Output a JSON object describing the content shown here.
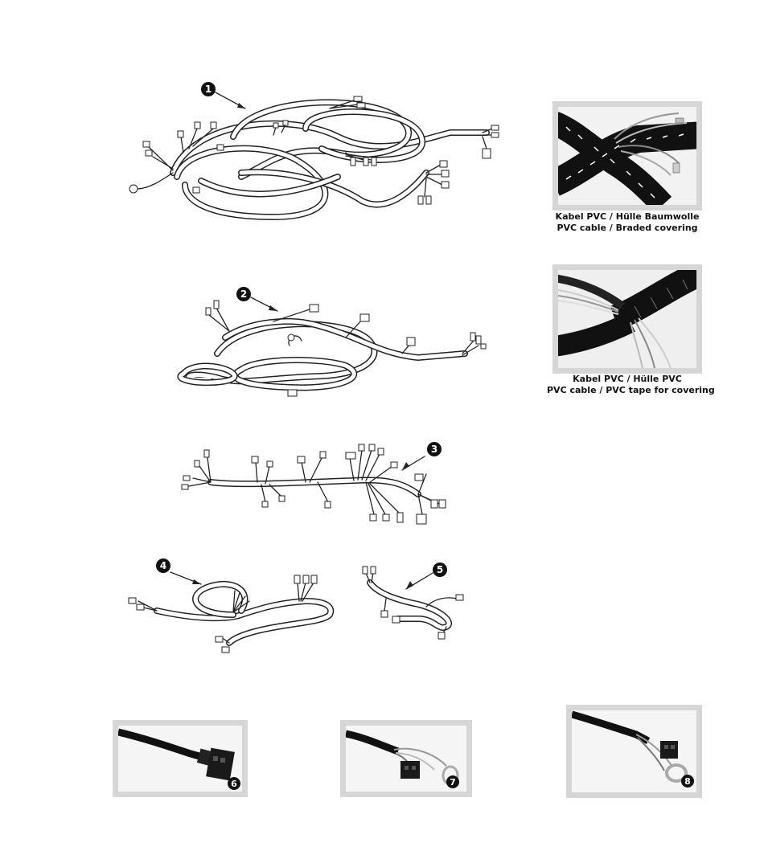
{
  "callouts": {
    "c1": "1",
    "c2": "2",
    "c3": "3",
    "c4": "4",
    "c5": "5",
    "c6": "6",
    "c7": "7",
    "c8": "8"
  },
  "captions": {
    "braided_de": "Kabel PVC / Hülle Baumwolle",
    "braided_en": "PVC cable / Braded covering",
    "tape_de": "Kabel PVC / Hülle PVC",
    "tape_en": "PVC cable / PVC tape for covering"
  }
}
